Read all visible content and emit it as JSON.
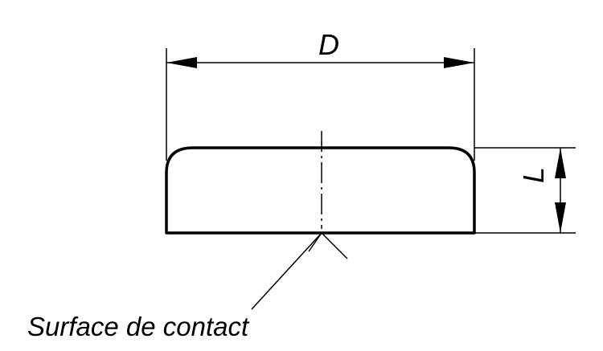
{
  "labels": {
    "diameter": "D",
    "length": "L",
    "callout": "Surface de contact"
  },
  "colors": {
    "line": "#000000",
    "background": "#ffffff"
  }
}
